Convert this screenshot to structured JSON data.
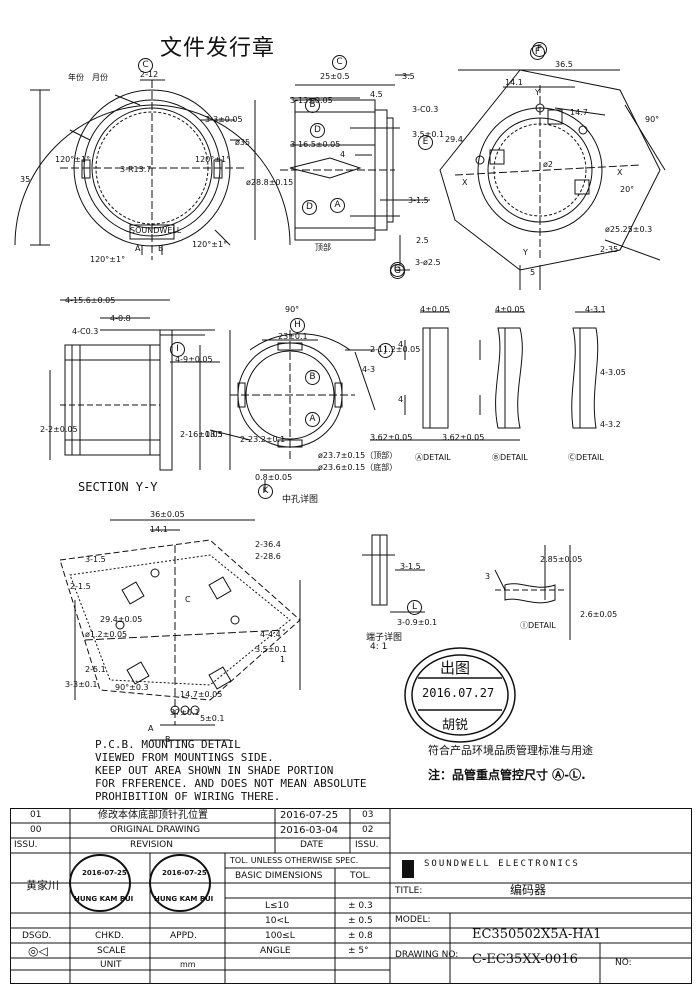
{
  "header": {
    "stamp_title": "文件发行章"
  },
  "main_views": {
    "front": {
      "labels": [
        "年份",
        "月份",
        "2-12",
        "3-3±0.05",
        "ø35",
        "35",
        "3-R13.7",
        "120°±1°",
        "120°±1°",
        "120°±1°",
        "120°±1°",
        "A",
        "B",
        "SOUNDWELL"
      ],
      "codes": [
        "C",
        "F",
        "G"
      ]
    },
    "side": {
      "labels": [
        "25±0.5",
        "3.5",
        "3-13±0.05",
        "4.5",
        "3-C0.3",
        "3-16.5±0.05",
        "4",
        "3.5±0.1",
        "3-1.5",
        "ø28.8±0.15",
        "顶部",
        "2.5",
        "3-ø2.5"
      ],
      "codes": [
        "C",
        "B",
        "D",
        "D",
        "A",
        "E",
        "G"
      ]
    },
    "top": {
      "labels": [
        "36.5",
        "14.1",
        "14.7",
        "90°",
        "29.4",
        "Y",
        "Y",
        "X",
        "X",
        "ø2",
        "20°",
        "ø25.25±0.3",
        "2-35",
        "5"
      ],
      "codes": [
        "F"
      ]
    }
  },
  "section_view": {
    "title": "SECTION Y-Y",
    "labels": [
      "4-15.6±0.05",
      "4-0.8",
      "4-C0.3",
      "4-9±0.05",
      "2-2±0.05",
      "2-16±0.05",
      "18.5"
    ],
    "codes": [
      "I"
    ]
  },
  "hole_view": {
    "title": "中孔详图",
    "labels": [
      "90°",
      "23±0.1",
      "4-3",
      "2-11.2±0.05",
      "2-23.2±0.1",
      "ø23.7±0.15（顶部）",
      "ø23.6±0.15（底部）",
      "0.8±0.05"
    ],
    "codes": [
      "H",
      "J",
      "K",
      "B",
      "A"
    ]
  },
  "details": {
    "labels": [
      "4±0.05",
      "4±0.05",
      "4-3.1",
      "4",
      "4",
      "4-3.05",
      "4-3.2",
      "3.62±0.05",
      "3.62±0.05",
      "ⒶDETAIL",
      "ⒷDETAIL",
      "ⒸDETAIL"
    ]
  },
  "pcb_view": {
    "labels": [
      "36±0.05",
      "14.1",
      "2-36.4",
      "3-1.5",
      "2-28.6",
      "2-1.5",
      "C",
      "ø1.2±0.05",
      "2-5.1",
      "3-3±0.1",
      "29.4±0.05",
      "90°±0.3",
      "14.7±0.05",
      "3.5±0.1",
      "1",
      "4-4.4",
      "37±0.1",
      "A",
      "B",
      "5±0.1",
      "3-ø1.0"
    ],
    "notes": [
      "P.C.B. MOUNTING DETAIL",
      "VIEWED FROM MOUNTINGS SIDE.",
      "KEEP OUT AREA SHOWN IN SHADE PORTION",
      "FOR FRFERENCE. AND DOES NOT MEAN ABSOLUTE",
      "PROHIBITION OF WIRING THERE."
    ]
  },
  "terminal_view": {
    "title": "端子详图",
    "scale": "4: 1",
    "labels": [
      "3-1.5",
      "3-0.9±0.1",
      "3",
      "2.85±0.05",
      "2.6±0.05",
      "ⒾDETAIL"
    ],
    "codes": [
      "L"
    ]
  },
  "stamp": {
    "line1": "出图",
    "date": "2016.07.27",
    "line3": "胡锐"
  },
  "remarks": [
    "符合产品环境品质管理标准与用途",
    "注：品管重点管控尺寸 Ⓐ-Ⓛ."
  ],
  "title_block": {
    "revisions": [
      {
        "no": "01",
        "desc": "修改本体底部顶针孔位置",
        "date": "2016-07-25",
        "rev": "03"
      },
      {
        "no": "00",
        "desc": "ORIGINAL  DRAWING",
        "date": "2016-03-04",
        "rev": "02"
      }
    ],
    "rev_header": {
      "no": "ISSU.",
      "desc": "REVISION",
      "date": "DATE",
      "rev": "ISSU."
    },
    "names": {
      "drawn": "黄家川",
      "checked_stamp": "HUNG KAM PUI",
      "approved_stamp": "HUNG KAM PUI",
      "stamp_date": "2016-07-25"
    },
    "role_labels": {
      "dsgd": "DSGD.",
      "chkd": "CHKD.",
      "appd": "APPD.",
      "scale": "SCALE",
      "unit": "UNIT",
      "unit_value": "mm"
    },
    "tol_header": "TOL. UNLESS OTHERWISE SPEC.",
    "tol_cols": {
      "dim": "BASIC DIMENSIONS",
      "tol": "TOL."
    },
    "tol_rows": [
      {
        "dim": "L≤10",
        "tol": "± 0.3"
      },
      {
        "dim": "10<L",
        "tol": "± 0.5"
      },
      {
        "dim": "100≤L",
        "tol": "± 0.8"
      },
      {
        "dim": "ANGLE",
        "tol": "± 5°"
      }
    ],
    "company": "SOUNDWELL  ELECTRONICS",
    "title_label": "TITLE:",
    "title_value": "编码器",
    "model_label": "MODEL:",
    "model_value": "EC350502X5A-HA1",
    "drawing_label": "DRAWING NO:",
    "drawing_value": "C-EC35XX-0016",
    "no_label": "NO:"
  }
}
